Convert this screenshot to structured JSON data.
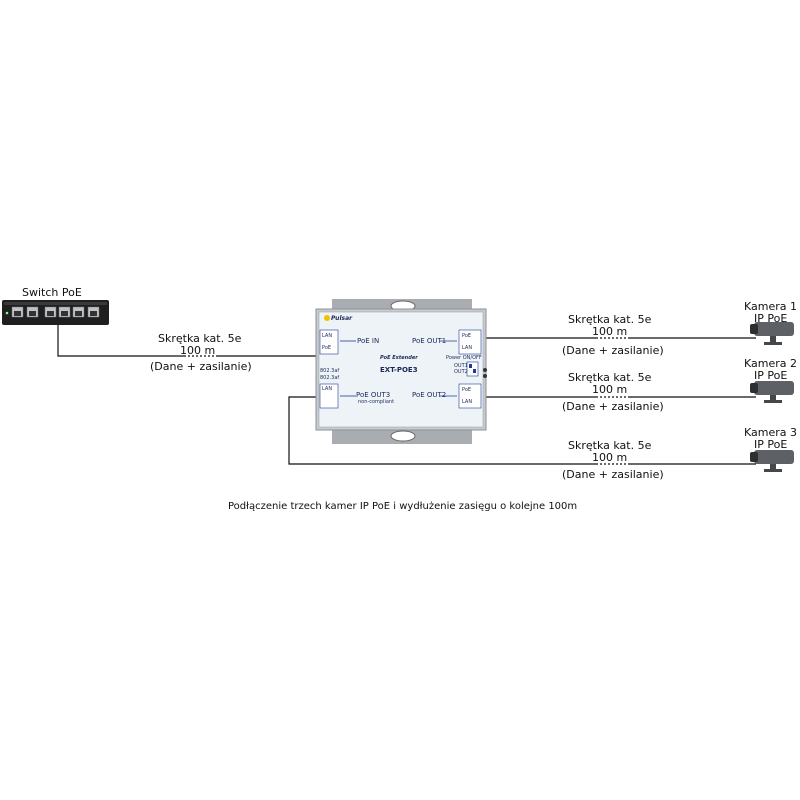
{
  "switch": {
    "label": "Switch PoE"
  },
  "cable_in": {
    "type": "Skrętka kat. 5e",
    "length": "100 m",
    "desc": "(Dane + zasilanie)"
  },
  "device": {
    "brand": "Pulsar",
    "subtitle": "PoE Extender",
    "model": "EXT-POE3",
    "poe_in": "PoE IN",
    "poe_out1": "PoE OUT1",
    "poe_out2": "PoE OUT2",
    "poe_out3": "PoE OUT3",
    "non_compliant": "non-compliant",
    "power_onoff": "Power ON/OFF",
    "out1": "OUT1",
    "out2": "OUT2",
    "lan": "LAN",
    "poe": "PoE",
    "af_at1": "802.3af",
    "af_at2": "802.3af"
  },
  "outputs": [
    {
      "cable": "Skrętka kat. 5e",
      "length": "100 m",
      "desc": "(Dane + zasilanie)",
      "camera_name": "Kamera 1",
      "camera_type": "IP PoE"
    },
    {
      "cable": "Skrętka kat. 5e",
      "length": "100 m",
      "desc": "(Dane + zasilanie)",
      "camera_name": "Kamera 2",
      "camera_type": "IP PoE"
    },
    {
      "cable": "Skrętka kat. 5e",
      "length": "100 m",
      "desc": "(Dane + zasilanie)",
      "camera_name": "Kamera 3",
      "camera_type": "IP PoE"
    }
  ],
  "caption": "Podłączenie trzech kamer IP PoE i wydłużenie zasięgu o kolejne 100m"
}
